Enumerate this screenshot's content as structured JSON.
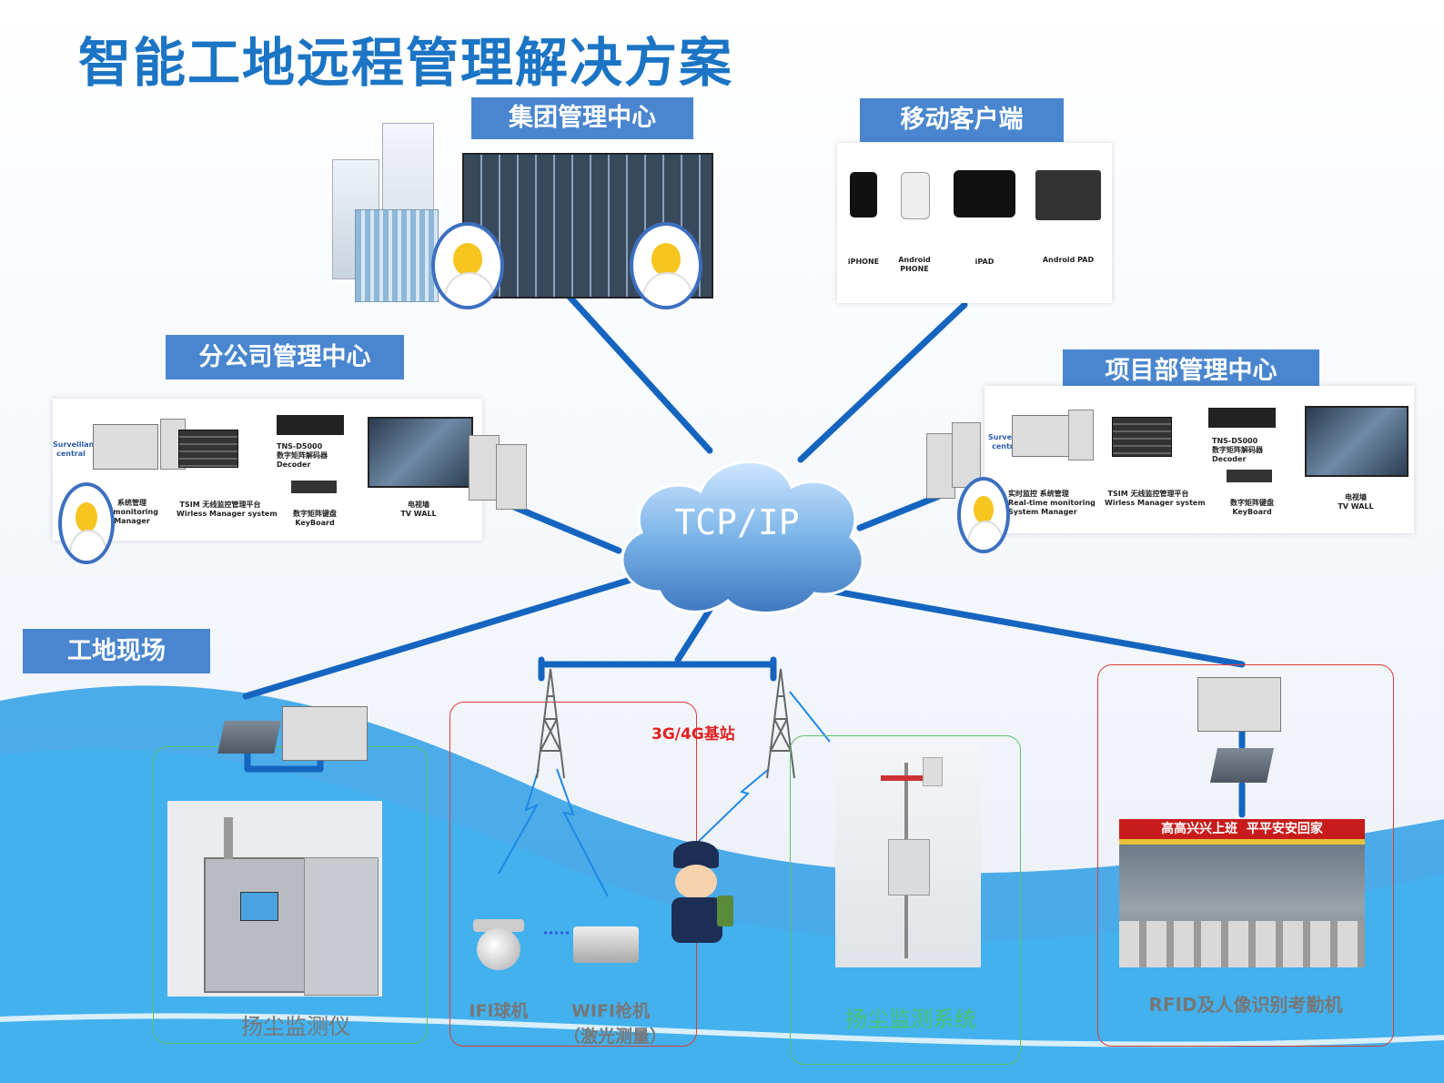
{
  "title": "智能工地远程管理解决方案",
  "center": {
    "label": "TCP/IP"
  },
  "nodes": {
    "group_center": {
      "label": "集团管理中心"
    },
    "mobile": {
      "label": "移动客户端",
      "devices": [
        "iPHONE",
        "Android PHONE",
        "iPAD",
        "Android PAD"
      ]
    },
    "branch_center": {
      "label": "分公司管理中心",
      "panel_items": {
        "surveillance": "Surveillance central",
        "monitor": "系统管理\ne monitoring\nManager",
        "wireless": "TSIM 无线监控管理平台\nWirless Manager system",
        "decoder": "TNS-D5000\n数字矩阵解码器\nDecoder",
        "keyboard": "数字矩阵键盘\nKeyBoard",
        "tvwall": "电视墙\nTV WALL"
      }
    },
    "project_center": {
      "label": "项目部管理中心",
      "panel_items": {
        "surveillance": "Surveillance central",
        "monitor": "实时监控 系统管理\nReal-time monitoring\nSystem Manager",
        "wireless": "TSIM 无线监控管理平台\nWirless Manager system",
        "decoder": "TNS-D5000\n数字矩阵解码器\nDecoder",
        "keyboard": "数字矩阵键盘\nKeyBoard",
        "tvwall": "电视墙\nTV WALL"
      }
    },
    "site": {
      "label": "工地现场"
    }
  },
  "site": {
    "dust_device": "扬尘监测仪",
    "base_station": "3G/4G基站",
    "dome_camera": "IFI球机",
    "gun_camera": "WIFI枪机",
    "gun_camera_note": "（激光测量）",
    "dust_system": "扬尘监测系统",
    "rfid": "RFID及人像识别考勤机",
    "gate_banner": "高高兴兴上班  平平安安回家"
  },
  "colors": {
    "title": "#1b74c4",
    "label_bg": "#4a86cf",
    "link": "#1565c0",
    "zone_red": "#e03a3a",
    "zone_green": "#5fc26b",
    "station_text": "#e02020",
    "green_caption": "#46c36a",
    "gray_caption": "#777777"
  }
}
